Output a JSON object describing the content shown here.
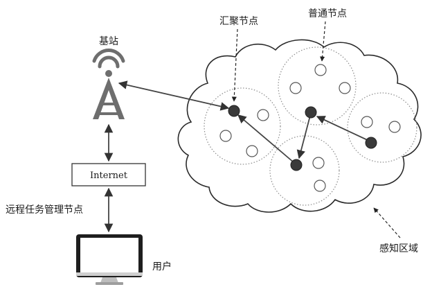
{
  "labels": {
    "base_station": "基站",
    "sink_node": "汇聚节点",
    "common_node": "普通节点",
    "internet": "Internet",
    "remote_manager": "远程任务管理节点",
    "user": "用户",
    "sensing_area": "感知区域"
  },
  "colors": {
    "line": "#444444",
    "solid_node": "#3a3a3a",
    "tower": "#6e6e6e"
  },
  "icons": {
    "base_station": "radio-tower-icon",
    "user": "monitor-icon"
  }
}
